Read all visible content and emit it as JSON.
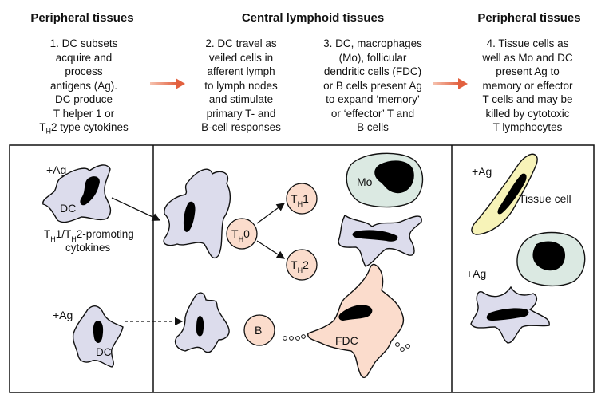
{
  "headers": {
    "left": "Peripheral tissues",
    "center": "Central lymphoid tissues",
    "right": "Peripheral tissues"
  },
  "steps": [
    {
      "lines": [
        "1. DC subsets",
        "acquire and",
        "process",
        "antigens (Ag).",
        "DC produce",
        "T helper 1 or",
        "T_H2 type cytokines"
      ]
    },
    {
      "lines": [
        "2. DC travel as",
        "veiled cells in",
        "afferent lymph",
        "to lymph nodes",
        "and stimulate",
        "primary T- and",
        "B-cell responses"
      ]
    },
    {
      "lines": [
        "3. DC, macrophages",
        "(Mo), follicular",
        "dendritic cells (FDC)",
        "or B cells present Ag",
        "to expand ‘memory’",
        "or ‘effector’ T and",
        "B cells"
      ]
    },
    {
      "lines": [
        "4. Tissue cells as",
        "well as Mo and DC",
        "present Ag to",
        "memory or effector",
        "T cells and may be",
        "killed by cytotoxic",
        "T lymphocytes"
      ]
    }
  ],
  "labels": {
    "ag1": "+Ag",
    "dc1": "DC",
    "cyto_line1": "1/T",
    "cyto_sub": "H",
    "cyto_line1_end": "2-promoting",
    "cyto_line2": "cytokines",
    "ag2": "+Ag",
    "dc2": "DC",
    "th": "T",
    "th_sub": "H",
    "th0_num": "0",
    "th1_num": "1",
    "th2_num": "2",
    "mo": "Mo",
    "b": "B",
    "fdc": "FDC",
    "ag3": "+Ag",
    "tissue_cell": "Tissue cell",
    "ag4": "+Ag"
  },
  "colors": {
    "arrow": "#e8735a",
    "dc_fill": "#dcdcec",
    "t_cell_fill": "#fbdccc",
    "mo_fill": "#dbe9e2",
    "tissue_fill": "#f7f3b8",
    "nucleus": "#000000"
  }
}
